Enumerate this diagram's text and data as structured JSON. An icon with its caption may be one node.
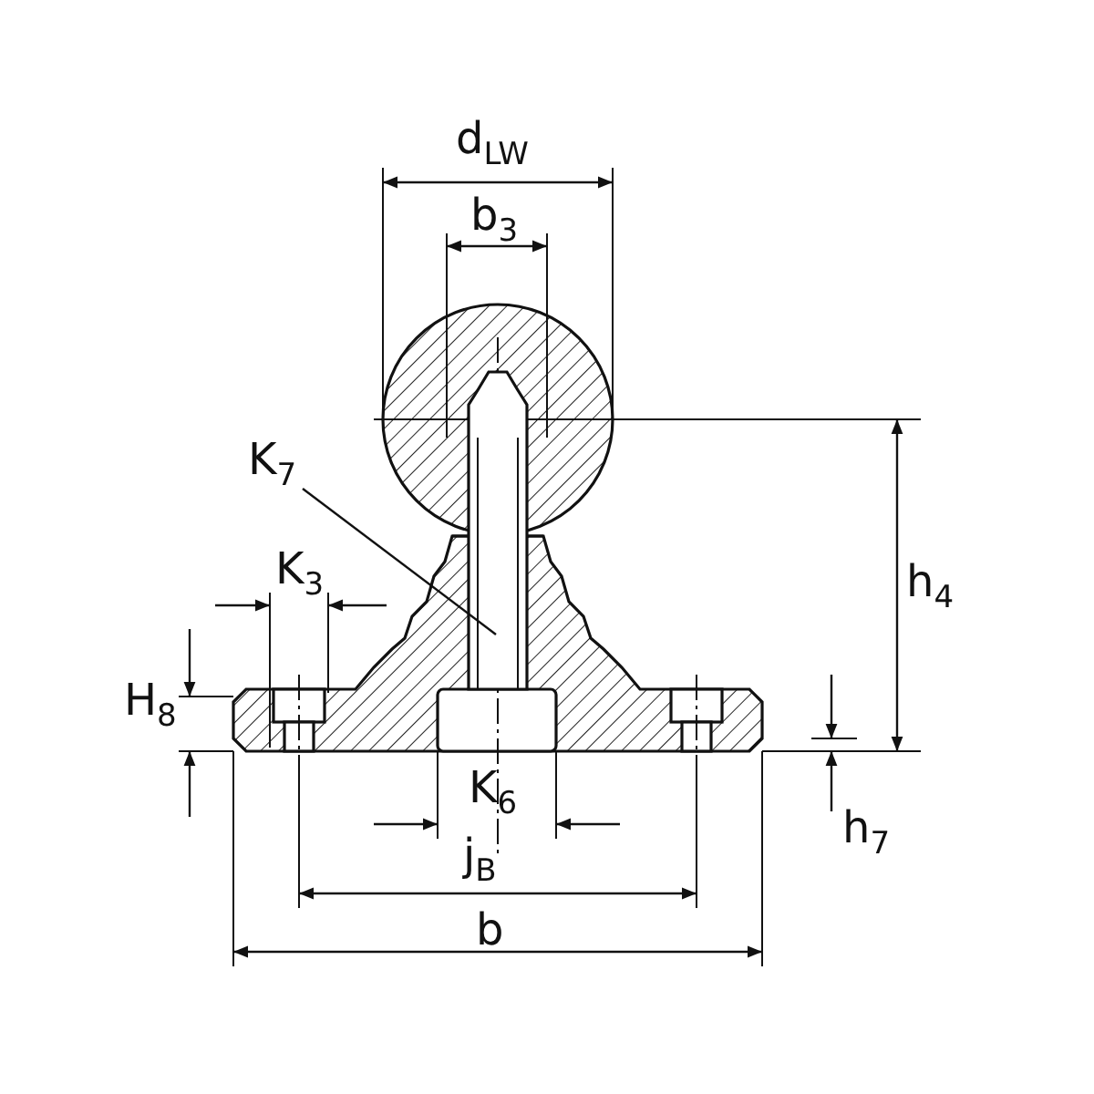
{
  "diagram": {
    "nodes": [
      {
        "text": [
          "K$_{7}$"
        ]
      },
      {
        "text": [],
        "shape": "picture"
      }
    ],
    "edges": [
      {
        "from": 0,
        "to": 1,
        "arrow": "none"
      }
    ],
    "labels": [
      "d$_{LW}$",
      "b$_{3}$",
      "K$_{3}$",
      "h$_{4}$",
      "H$_{8}$",
      "K$_{6}$",
      "j$_{B}$",
      "h$_{7}$",
      "b"
    ]
  }
}
